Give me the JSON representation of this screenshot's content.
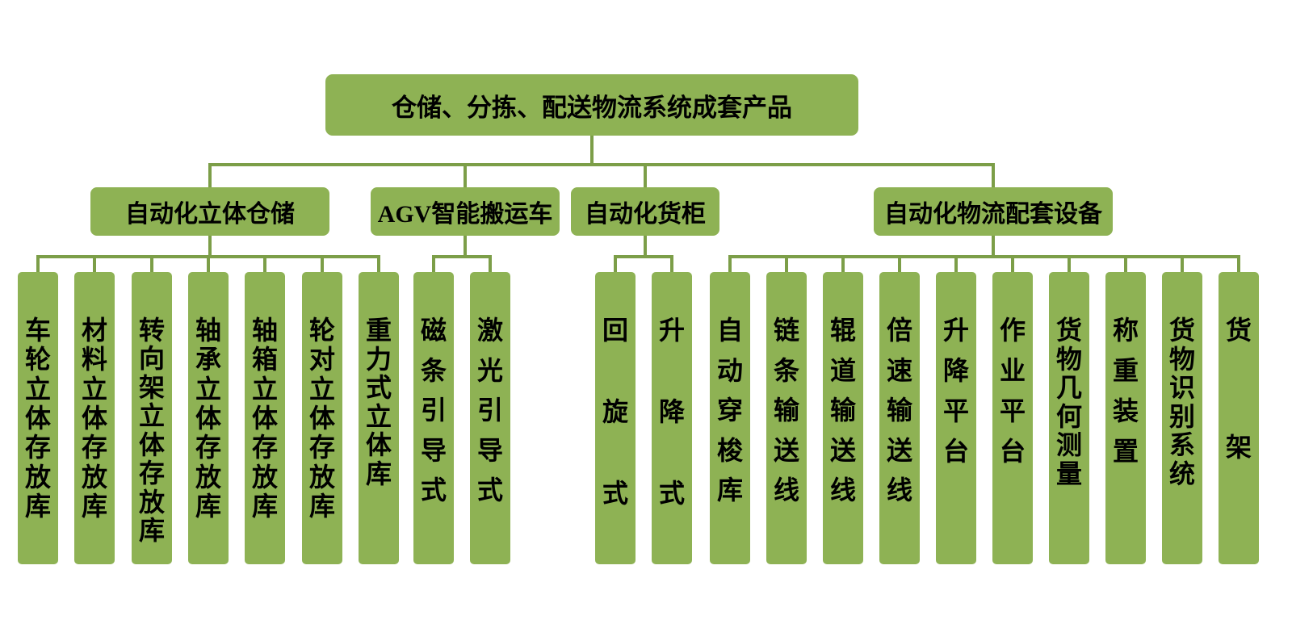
{
  "title": {
    "label": "仓储、分拣、配送物流系统成套产品"
  },
  "colors": {
    "box_fill": "#8EB254",
    "line": "#7C9E48",
    "text": "#000000",
    "background": "#FFFFFF"
  },
  "branches": [
    {
      "label": "自动化立体仓储",
      "children": [
        "车轮立体存放库",
        "材料立体存放库",
        "转向架立体存放库",
        "轴承立体存放库",
        "轴箱立体存放库",
        "轮对立体存放库",
        "重力式立体库"
      ]
    },
    {
      "label": "AGV智能搬运车",
      "children": [
        "磁条引导式",
        "激光引导式"
      ]
    },
    {
      "label": "自动化货柜",
      "children": [
        "回旋式",
        "升降式"
      ]
    },
    {
      "label": "自动化物流配套设备",
      "children": [
        "自动穿梭库",
        "链条输送线",
        "辊道输送线",
        "倍速输送线",
        "升降平台",
        "作业平台",
        "货物几何测量",
        "称重装置",
        "货物识别系统",
        "货架"
      ]
    }
  ]
}
